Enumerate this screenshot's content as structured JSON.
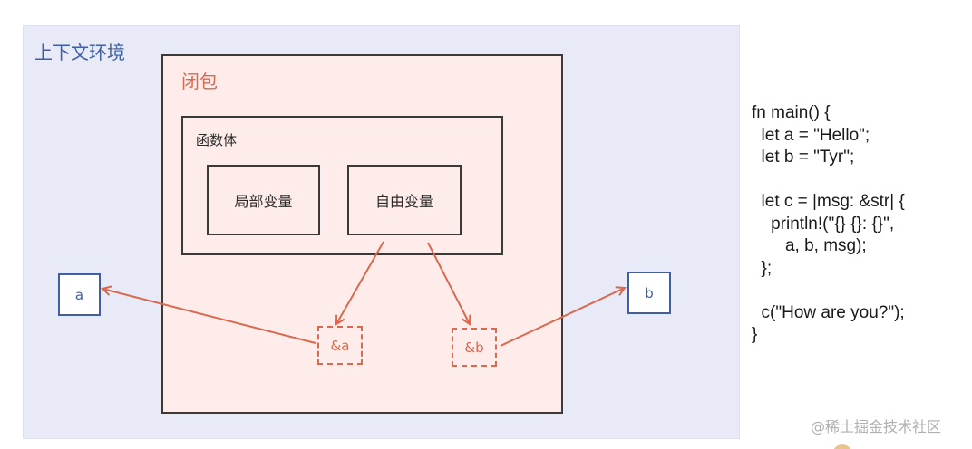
{
  "context": {
    "title": "上下文环境"
  },
  "closure": {
    "title": "闭包",
    "fn_body": {
      "title": "函数体",
      "local_vars": "局部变量",
      "free_vars": "自由变量"
    },
    "refs": {
      "a": "&a",
      "b": "&b"
    }
  },
  "outer_vars": {
    "a": "a",
    "b": "b"
  },
  "code_lines": [
    "fn main() {",
    "  let a = \"Hello\";",
    "  let b = \"Tyr\";",
    "",
    "  let c = |msg: &str| {",
    "    println!(\"{} {}: {}\",",
    "       a, b, msg);",
    "  };",
    "",
    "  c(\"How are you?\");",
    "}"
  ],
  "watermark": "@稀土掘金技术社区",
  "colors": {
    "context_bg": "#e8ebf7",
    "context_accent": "#3f5ea3",
    "closure_bg": "#fdecea",
    "closure_accent": "#d9694f",
    "border": "#3a3a3a"
  }
}
